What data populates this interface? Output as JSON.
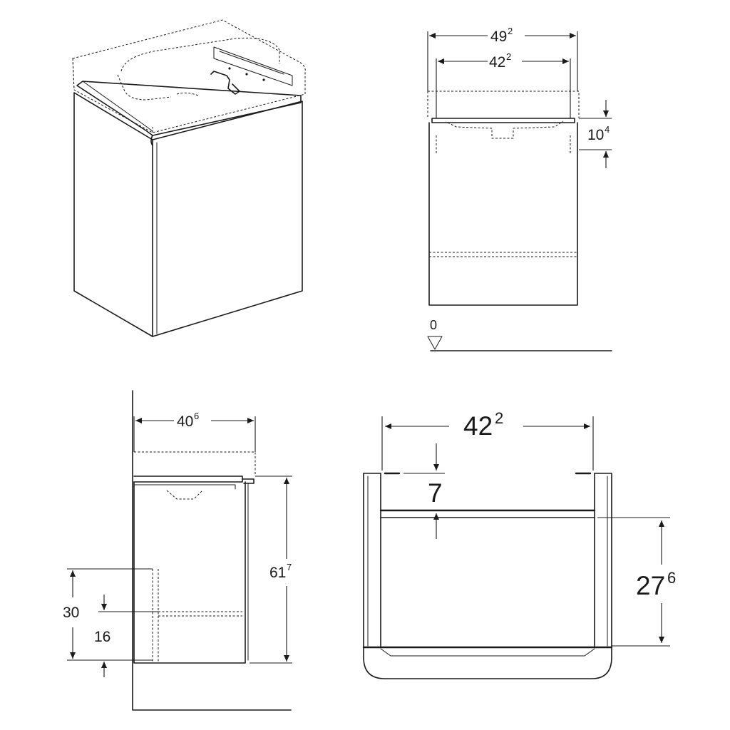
{
  "views": {
    "front": {
      "width_outer": {
        "main": "49",
        "sup": "2"
      },
      "width_inner": {
        "main": "42",
        "sup": "2"
      },
      "top_height": {
        "main": "10",
        "sup": "4"
      },
      "floor_level": "0"
    },
    "side": {
      "depth": {
        "main": "40",
        "sup": "6"
      },
      "height": {
        "main": "61",
        "sup": "7"
      },
      "outlet_height": "30",
      "bottom_gap": "16"
    },
    "top": {
      "width": {
        "main": "42",
        "sup": "2"
      },
      "front_gap": "7",
      "inner_depth": {
        "main": "27",
        "sup": "6"
      }
    }
  }
}
